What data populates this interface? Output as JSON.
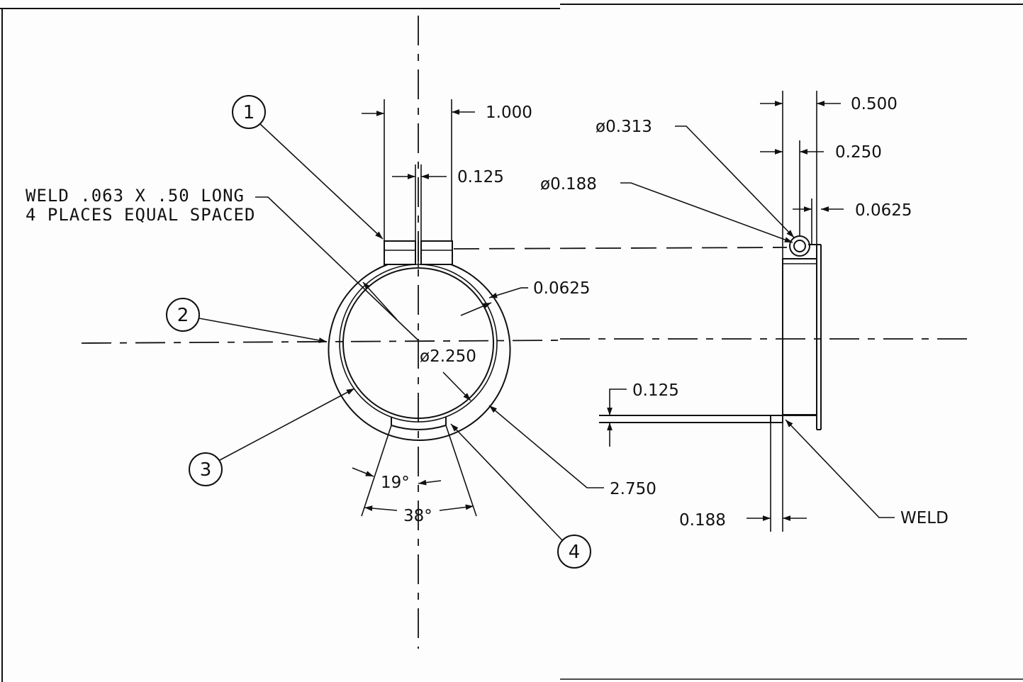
{
  "drawing": {
    "weld_note": {
      "line1": "WELD .063 X .50 LONG",
      "line2": "4 PLACES EQUAL SPACED"
    },
    "balloons": [
      "1",
      "2",
      "3",
      "4"
    ],
    "front_view": {
      "dim_width": "1.000",
      "dim_slot": "0.125",
      "dim_wall": "0.0625",
      "dim_inner_dia": "ø2.250",
      "dim_outer": "2.750",
      "angle_half": "19°",
      "angle_full": "38°"
    },
    "side_view": {
      "dim_hole_outer": "ø0.313",
      "dim_hole_inner": "ø0.188",
      "dim_width": "0.500",
      "dim_offset": "0.250",
      "dim_wall": "0.0625",
      "dim_tab_thk": "0.125",
      "dim_tab_width": "0.188",
      "weld_label": "WELD"
    }
  }
}
